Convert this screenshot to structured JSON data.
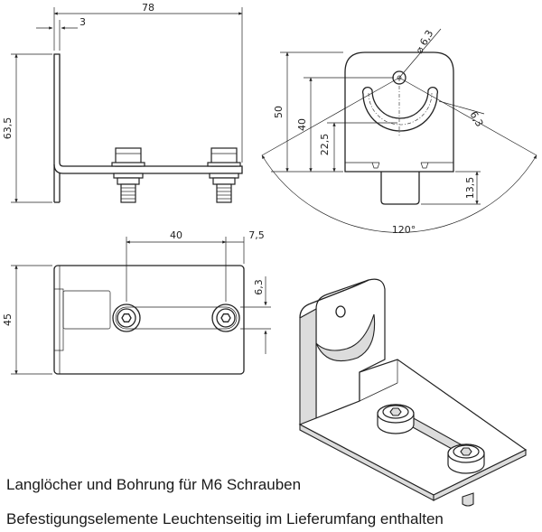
{
  "dimensions": {
    "width_total": "78",
    "thickness": "3",
    "height_total": "63,5",
    "height_50": "50",
    "height_40": "40",
    "height_22_5": "22,5",
    "tab_13_5": "13,5",
    "hole_diameter": "⌀ 6,3",
    "slot_width": "6,3",
    "angle": "120°",
    "slot_spacing": "40",
    "edge_offset": "7,5",
    "slot_width_top": "6,3",
    "depth": "45"
  },
  "captions": {
    "line1": "Langlöcher und Bohrung für M6 Schrauben",
    "line2": "Befestigungselemente Leuchtenseitig im Lieferumfang enthalten"
  }
}
